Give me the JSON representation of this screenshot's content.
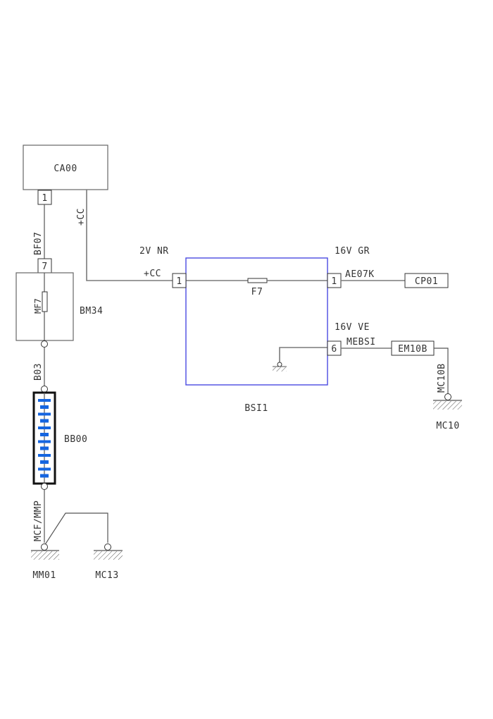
{
  "diagram": {
    "components": {
      "ca00": {
        "label": "CA00",
        "pin": "1",
        "wire_label": "+CC"
      },
      "bm34": {
        "label": "BM34",
        "pin_top": "7",
        "fuse_label": "MF7"
      },
      "bb00": {
        "label": "BB00",
        "cells": 6
      },
      "bsi1": {
        "label": "BSI1",
        "fuse_label": "F7",
        "pin_left": "1",
        "pin_right_top": "1",
        "pin_right_bottom": "6"
      },
      "cp01": {
        "label": "CP01"
      },
      "em10b": {
        "label": "EM10B"
      },
      "mm01": {
        "label": "MM01"
      },
      "mc13": {
        "label": "MC13"
      },
      "mc10": {
        "label": "MC10"
      }
    },
    "wires": {
      "bf07": "BF07",
      "b03": "B03",
      "mcf_mmp": "MCF/MMP",
      "plus_cc_vertical": "+CC",
      "plus_cc_horizontal": "+CC",
      "ae07k": "AE07K",
      "mebsi": "MEBSI",
      "mc10b": "MC10B"
    },
    "connectors": {
      "left": "2V NR",
      "right_top": "16V GR",
      "right_bottom": "16V VE"
    },
    "colors": {
      "bsi_border": "#4a4ae0",
      "battery_plate": "#1565e0"
    }
  }
}
